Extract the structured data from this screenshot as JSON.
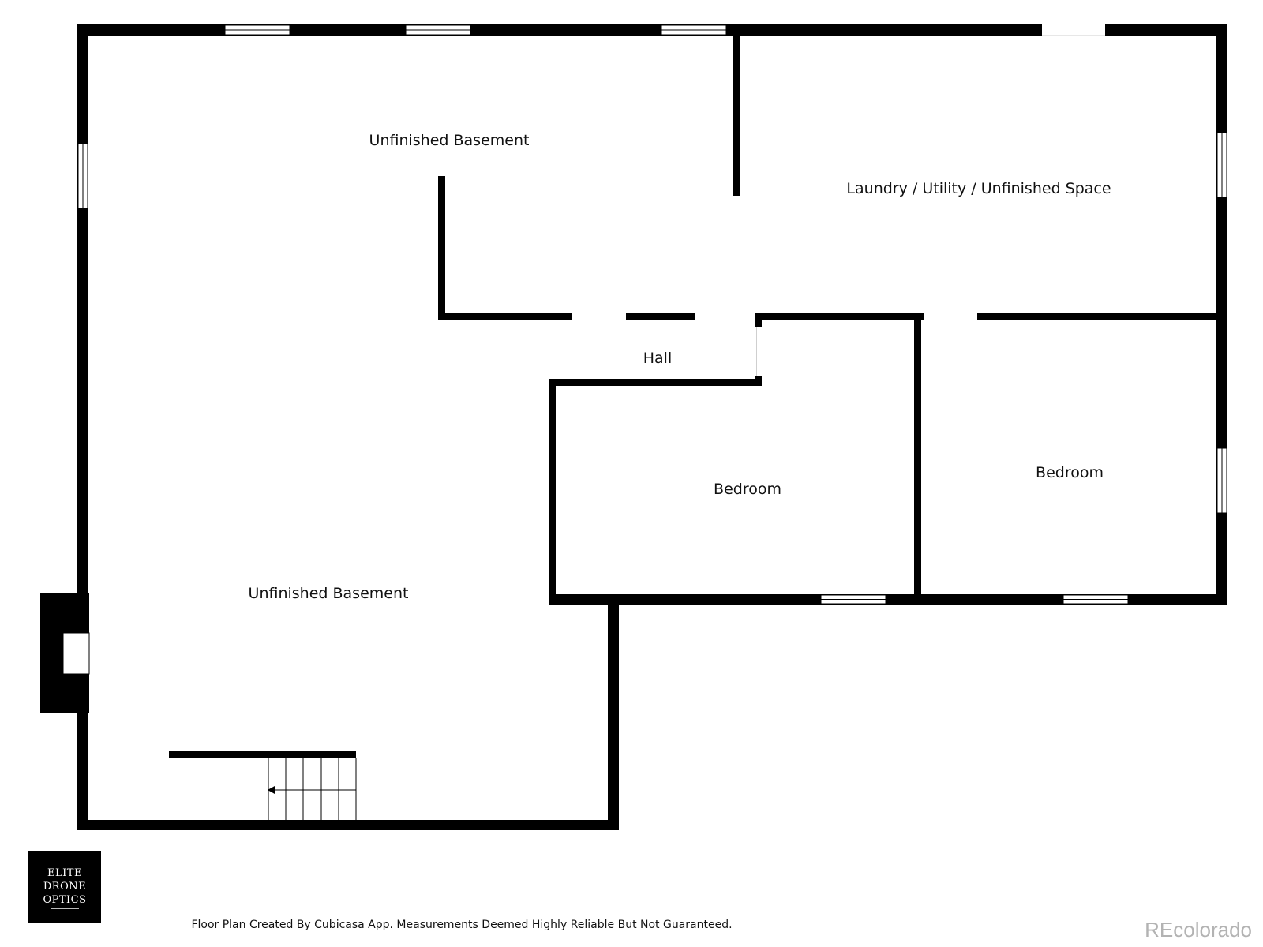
{
  "rooms": {
    "unfinished_basement_top": "Unfinished Basement",
    "laundry": "Laundry / Utility / Unfinished Space",
    "hall": "Hall",
    "bedroom_middle": "Bedroom",
    "bedroom_right": "Bedroom",
    "unfinished_basement_bottom": "Unfinished Basement"
  },
  "logo": {
    "line1": "ELITE",
    "line2": "DRONE",
    "line3": "OPTICS"
  },
  "footer_note": "Floor Plan Created By Cubicasa App. Measurements Deemed Highly Reliable But Not Guaranteed.",
  "watermark": "REcolorado",
  "colors": {
    "wall": "#000000",
    "background": "#ffffff",
    "watermark": "#b3b3b3"
  }
}
